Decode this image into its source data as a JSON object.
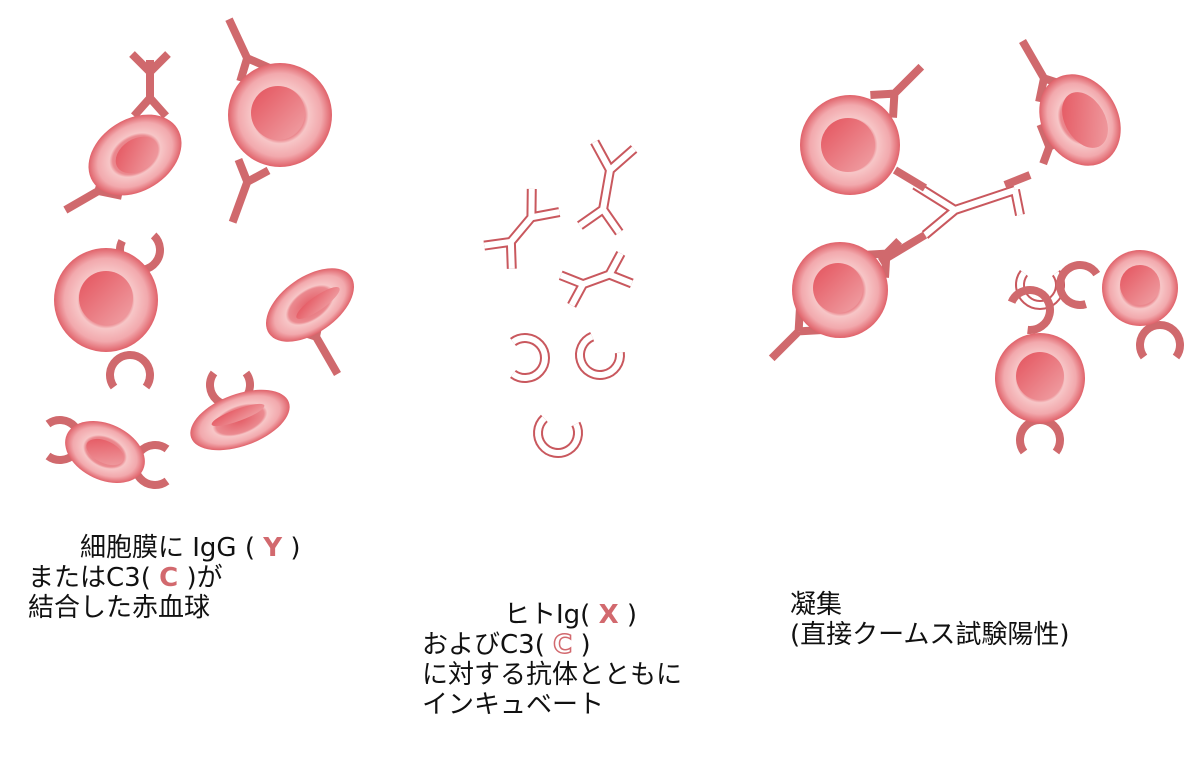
{
  "colors": {
    "antibody_solid": "#d0696d",
    "antibody_outline": "#c9585e",
    "cell_edge": "#e2646b",
    "cell_light": "#f6c3c4",
    "cell_core": "#e16269",
    "background": "#ffffff"
  },
  "panels": [
    {
      "id": "sensitized-rbc",
      "caption": {
        "line1_text": "細胞膜に IgG (",
        "line1_symbol": "Y",
        "line1_end": ")",
        "line2_text": "またはC3(",
        "line2_symbol": "C",
        "line2_end": ")が",
        "line3_text": "結合した赤血球"
      }
    },
    {
      "id": "anti-human-globulin",
      "caption": {
        "line1_text": "ヒトIg(",
        "line1_symbol": "X",
        "line1_end": ")",
        "line2_text": "およびC3(",
        "line2_symbol": "C",
        "line2_end": ")",
        "line3_text": "に対する抗体とともに",
        "line4_text": "インキュベート"
      }
    },
    {
      "id": "agglutination",
      "caption": {
        "line1_text": "凝集",
        "line2_text": "(直接クームス試験陽性)"
      }
    }
  ]
}
